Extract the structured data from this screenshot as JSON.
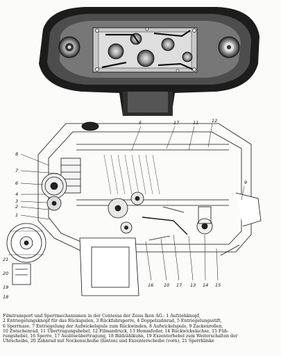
{
  "figure": {
    "photo_alt": "Fotografie des geöffneten Kamerabodens",
    "drawing_alt": "Explosionszeichnung des Filmtransport- und Sperrmechanismus"
  },
  "callouts": {
    "top": [
      "5",
      "17",
      "11",
      "12"
    ],
    "left": [
      "8",
      "7",
      "6",
      "4",
      "3",
      "2",
      "1"
    ],
    "bottom": [
      "16",
      "10",
      "17",
      "13",
      "14",
      "15"
    ],
    "right": [
      "9"
    ],
    "lower_left": [
      "21",
      "20",
      "19",
      "18"
    ]
  },
  "caption": {
    "lines": [
      "Filmtransport und Sperrmechanismen in der Contessa der Zeiss Ikon AG.: 1 Aufziehknopf,",
      "2 Entriegelungsknopf für das Rückspulen, 3 Rückfahrsperre, 4 Doppelzahnrad, 5 Entriegelungsstift,",
      "6 Sperrnase, 7 Entriegelung der Aufwickelspule zum Rückwinden, 8 Aufwickelspule, 9 Zackenrollen,",
      "10 Zwischenrad, 11 Übertragungshebel, 12 Filmandruck, 13 Hemmfeder, 14 Rückwickelachse, 15 Füh-",
      "rungshebel, 16 Sperre, 17 Auslöseübertragung, 18 Bildzählkuhn, 19 Exzenterhebel zum Weiterschalten der",
      "Uhrscheibe, 20 Zahnrad mit Nockenscheibe (hinten) und Exzenterscheibe (vorn), 21 Sperrklinke"
    ]
  },
  "colors": {
    "photo_dark": "#1c1c1c",
    "photo_mid": "#5a5a5a",
    "ink": "#111111",
    "paper": "#fbfbf9"
  }
}
